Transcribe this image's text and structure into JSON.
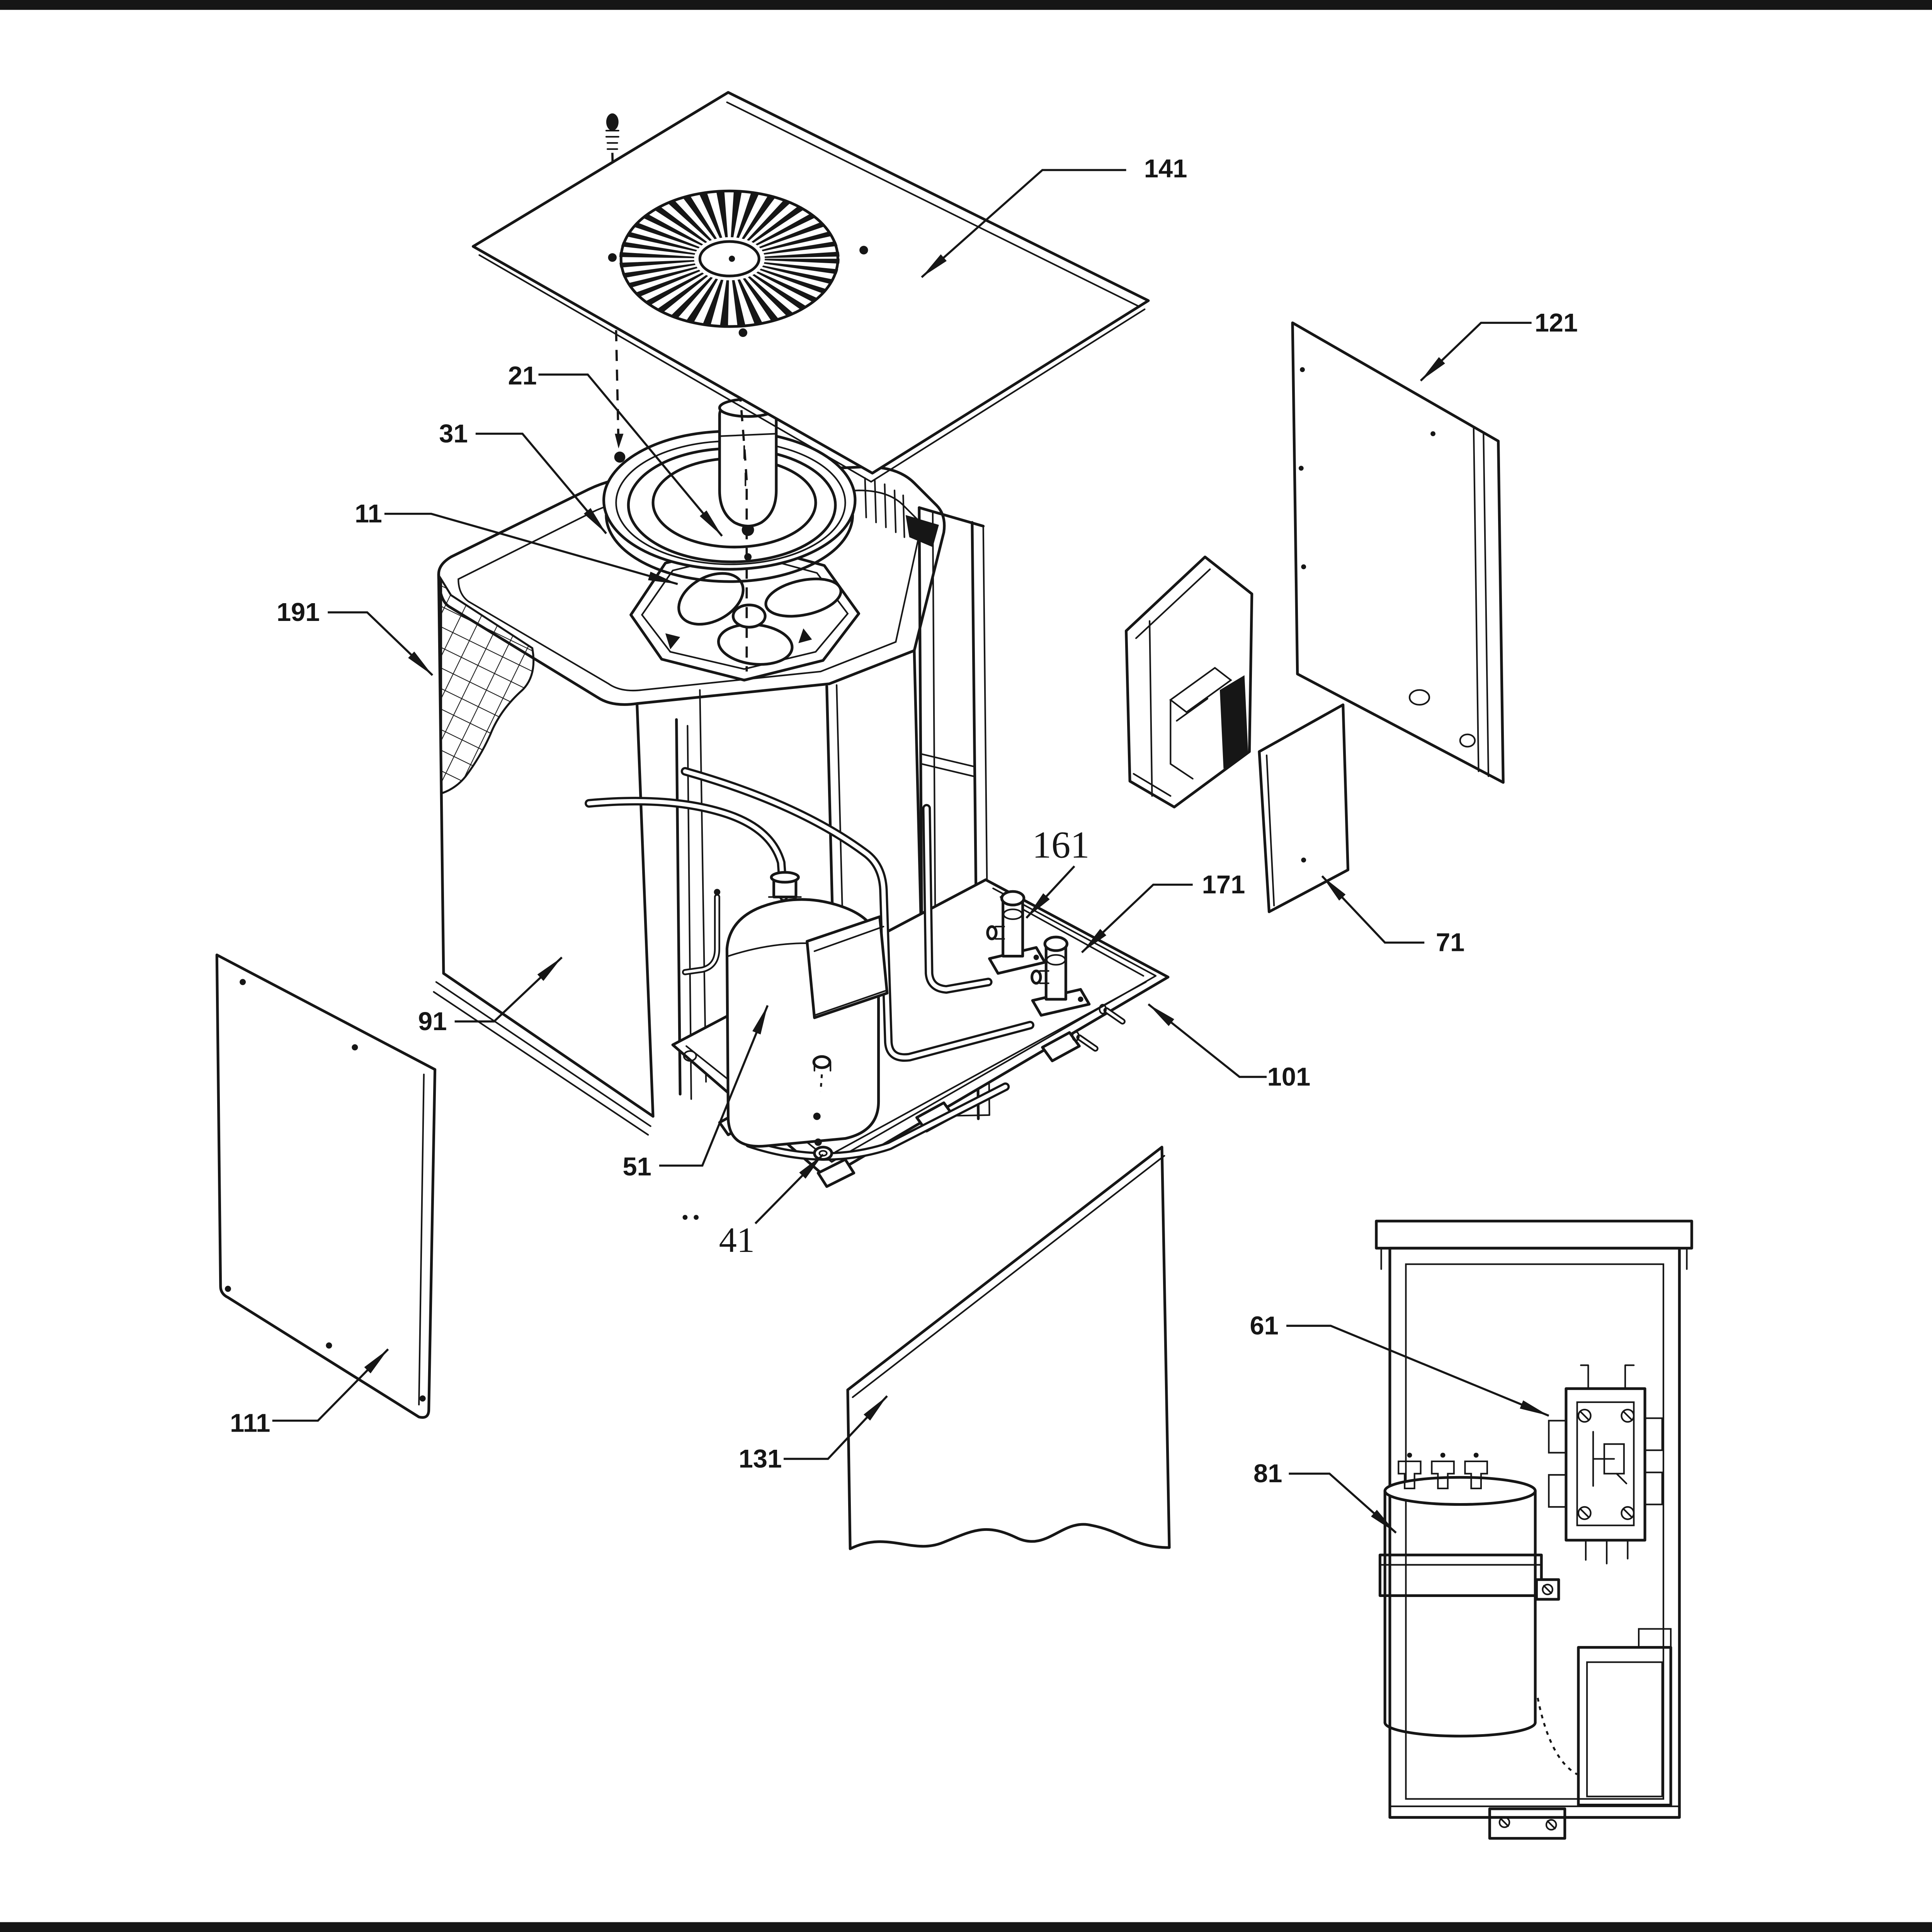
{
  "diagram": {
    "kind": "exploded-parts-diagram",
    "colors": {
      "ink": "#161616",
      "paper": "#ffffff"
    },
    "callouts": [
      {
        "text": "141"
      },
      {
        "text": "121"
      },
      {
        "text": "21"
      },
      {
        "text": "31"
      },
      {
        "text": "11"
      },
      {
        "text": "191"
      },
      {
        "text": "161"
      },
      {
        "text": "171"
      },
      {
        "text": "71"
      },
      {
        "text": "91"
      },
      {
        "text": "101"
      },
      {
        "text": "51"
      },
      {
        "text": "41"
      },
      {
        "text": "111"
      },
      {
        "text": "131"
      },
      {
        "text": "61"
      },
      {
        "text": "81"
      }
    ]
  }
}
